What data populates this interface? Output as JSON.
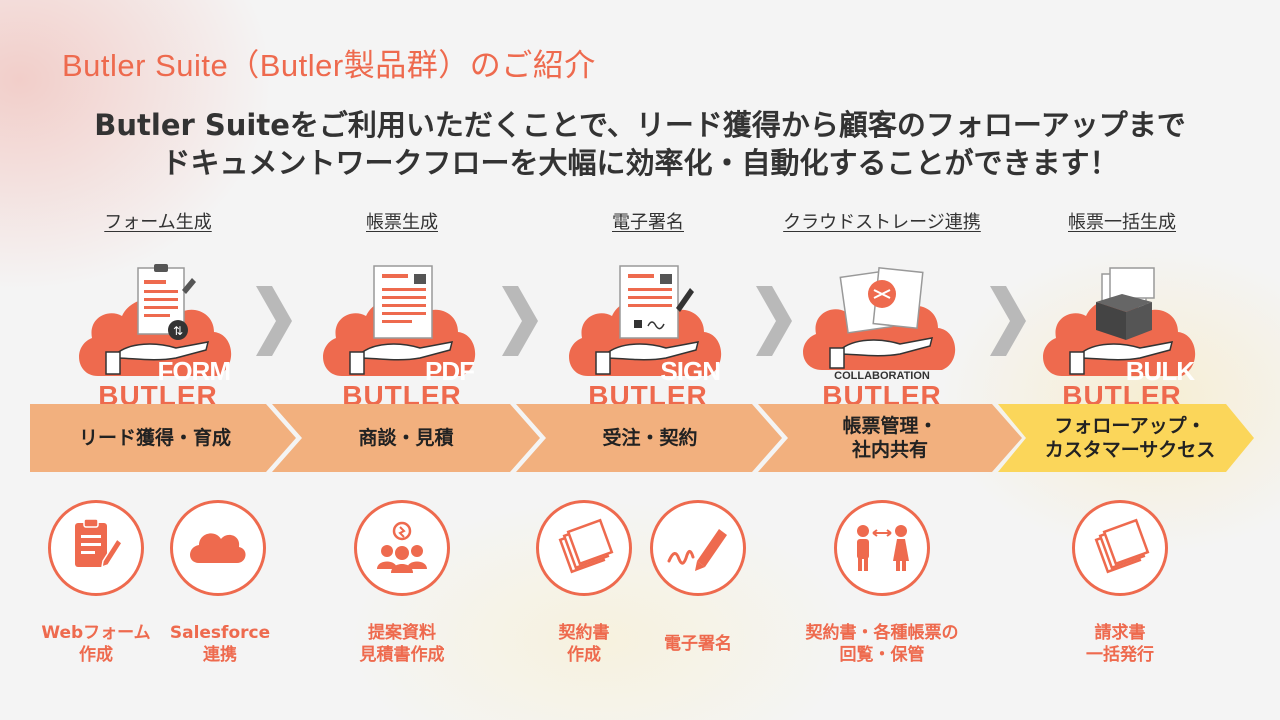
{
  "title": "Butler Suite（Butler製品群）のご紹介",
  "headline": {
    "line1": "Butler Suiteをご利用いただくことで、リード獲得から顧客のフォローアップまで",
    "line2": "ドキュメントワークフローを大幅に効率化・自動化することができます！"
  },
  "products": [
    {
      "label": "フォーム生成",
      "name": "FORM",
      "brand": "BUTLER"
    },
    {
      "label": "帳票生成",
      "name": "PDF",
      "brand": "BUTLER"
    },
    {
      "label": "電子署名",
      "name": "SIGN",
      "brand": "BUTLER"
    },
    {
      "label": "クラウドストレージ連携",
      "name": "COLLABORATION",
      "brand": "BUTLER"
    },
    {
      "label": "帳票一括生成",
      "name": "BULK",
      "brand": "BUTLER"
    }
  ],
  "stages": [
    {
      "line1": "リード獲得・育成",
      "line2": ""
    },
    {
      "line1": "商談・見積",
      "line2": ""
    },
    {
      "line1": "受注・契約",
      "line2": ""
    },
    {
      "line1": "帳票管理・",
      "line2": "社内共有"
    },
    {
      "line1": "フォローアップ・",
      "line2": "カスタマーサクセス"
    }
  ],
  "features": [
    {
      "icon": "web-form-icon",
      "line1": "Webフォーム",
      "line2": "作成"
    },
    {
      "icon": "cloud-icon",
      "line1": "Salesforce",
      "line2": "連携"
    },
    {
      "icon": "proposal-team-icon",
      "line1": "提案資料",
      "line2": "見積書作成"
    },
    {
      "icon": "contract-papers-icon",
      "line1": "契約書",
      "line2": "作成"
    },
    {
      "icon": "signature-pen-icon",
      "line1": "電子署名",
      "line2": ""
    },
    {
      "icon": "people-share-icon",
      "line1": "契約書・各種帳票の",
      "line2": "回覧・保管"
    },
    {
      "icon": "invoice-papers-icon",
      "line1": "請求書",
      "line2": "一括発行"
    }
  ],
  "colors": {
    "accent": "#ee6a4e",
    "stage": "#f2b07e",
    "stage_last": "#fbd65a",
    "separator": "#b9b9b9"
  }
}
